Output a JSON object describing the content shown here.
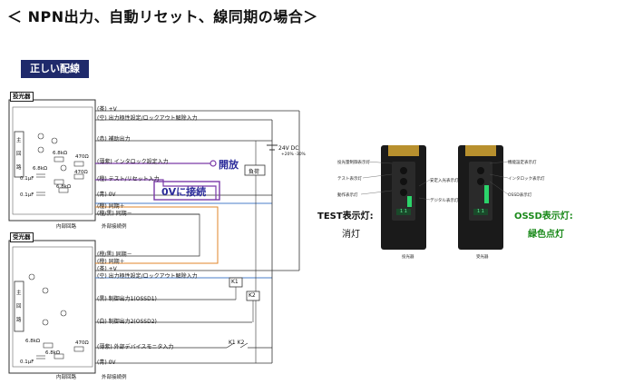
{
  "title": "＜ NPN出力、自動リセット、線同期の場合＞",
  "badge": "正しい配線",
  "emitter": {
    "section": "投光器",
    "main_circuit": [
      "主",
      "回",
      "路"
    ],
    "wires": [
      "(茶) +V",
      "(空) 出力極性設定/ロックアウト解除入力",
      "(赤) 補助出力",
      "(薄紫) インタロック設定入力",
      "(橙) テスト/リセット入力",
      "(青) 0V",
      "(橙) 同期＋",
      "(橙/黒) 同期－"
    ],
    "r1": "6.8kΩ",
    "r2": "470Ω",
    "r3": "6.8kΩ",
    "r4": "470Ω",
    "r5": "6.8kΩ",
    "c1": "0.1μF",
    "c2": "0.1μF",
    "internal_circuit": "内部回路",
    "external_connection": "外部接続例"
  },
  "receiver": {
    "section": "受光器",
    "main_circuit": [
      "主",
      "回",
      "路"
    ],
    "wires": [
      "(橙/黒) 同期－",
      "(橙) 同期＋",
      "(茶) +V",
      "(空) 出力極性設定/ロックアウト解除入力",
      "(黒) 制御出力1(OSSD1)",
      "(白) 制御出力2(OSSD2)",
      "(薄紫) 外部デバイスモニタ入力",
      "(青) 0V"
    ],
    "r1": "6.8kΩ",
    "r2": "470Ω",
    "r3": "6.8kΩ",
    "c1": "0.1μF",
    "internal_circuit": "内部回路",
    "external_connection": "外部接続例"
  },
  "power": {
    "voltage": "24V DC",
    "tol": "+20%\n-30%",
    "load": "負荷"
  },
  "relays": {
    "k1": "K1",
    "k2": "K2",
    "k1k2": "K1 K2"
  },
  "annotations": {
    "open": "開放",
    "connect_0v": "0Vに接続"
  },
  "device": {
    "emitter_labels": [
      "投光量制御表示灯",
      "テスト表示灯",
      "動作表示灯"
    ],
    "center_labels": [
      "安定入光表示灯",
      "デジタル表示灯"
    ],
    "receiver_labels": [
      "機能設定表示灯",
      "インタロック表示灯",
      "OSSD表示灯"
    ],
    "emitter_caption": "投光器",
    "receiver_caption": "受光器",
    "digit_left": "1 1",
    "digit_right": "1 1"
  },
  "captions": {
    "test_label": "TEST表示灯:",
    "test_state": "消灯",
    "ossd_label": "OSSD表示灯:",
    "ossd_state": "緑色点灯"
  },
  "colors": {
    "purple": "#7a3aa8",
    "orange": "#e0852a",
    "blue_wire": "#4a7ec8",
    "badge_bg": "#1f2a6b",
    "green": "#1b8a1b",
    "annotation_blue": "#2b2b9a"
  }
}
